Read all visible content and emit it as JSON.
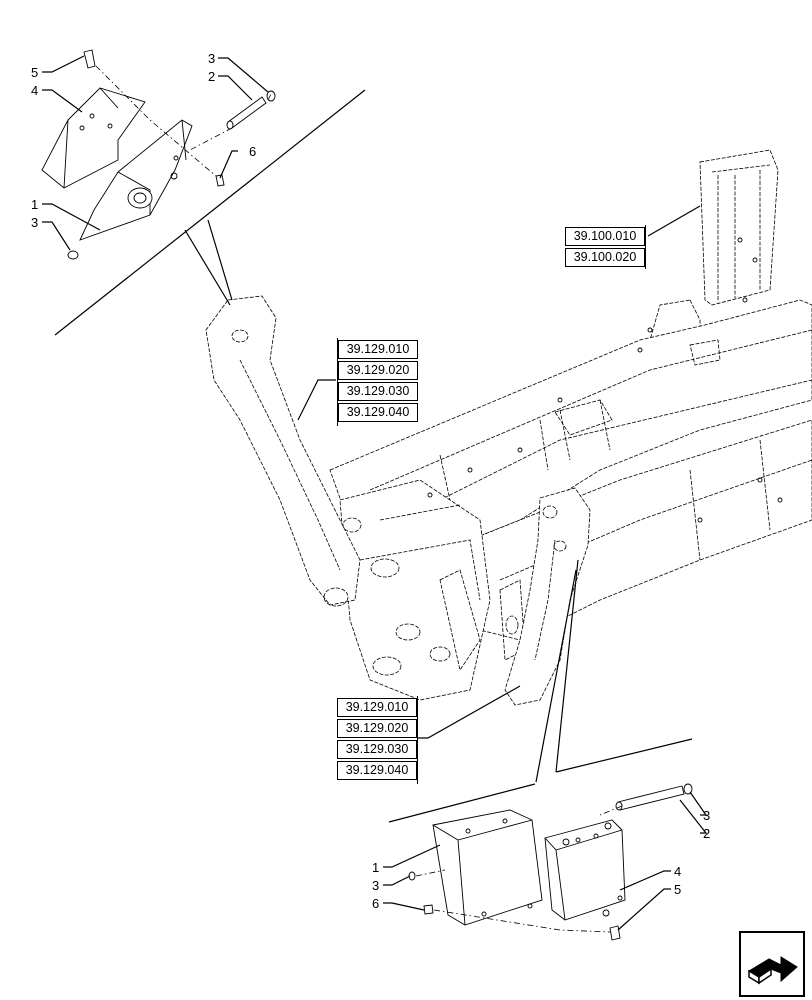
{
  "callouts": {
    "top_left": {
      "c5": "5",
      "c4": "4",
      "c1": "1",
      "c3b": "3",
      "c3t": "3",
      "c2": "2",
      "c6": "6"
    },
    "bottom": {
      "c1": "1",
      "c3l": "3",
      "c6": "6",
      "c4": "4",
      "c5": "5",
      "c3r": "3",
      "c2": "2"
    }
  },
  "references": {
    "frame_group": [
      "39.100.010",
      "39.100.020"
    ],
    "left_pin_group": [
      "39.129.010",
      "39.129.020",
      "39.129.030",
      "39.129.040"
    ],
    "right_pin_group": [
      "39.129.010",
      "39.129.020",
      "39.129.030",
      "39.129.040"
    ]
  },
  "nav": {
    "icon": "next-page-arrow-icon"
  }
}
